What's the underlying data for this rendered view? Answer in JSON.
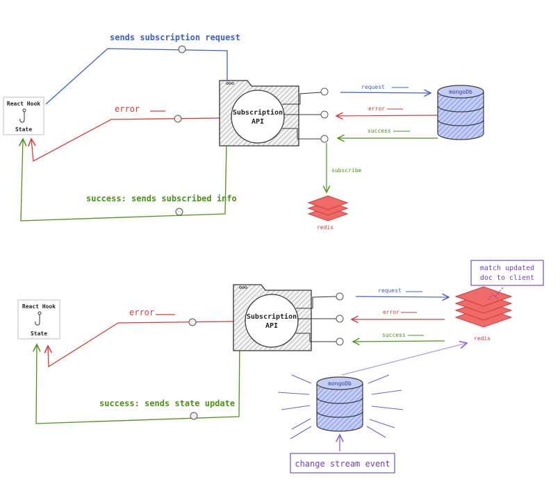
{
  "top": {
    "client": {
      "line1": "React Hook",
      "line2": "State"
    },
    "sends_label": "sends subscription request",
    "error_label": "error",
    "success_label": "success: sends subscribed info",
    "api": {
      "line1": "Subscription",
      "line2": "API"
    },
    "db_label": "mongoDb",
    "request_label": "request",
    "db_error_label": "error",
    "db_success_label": "success",
    "subscribe_label": "subscribe",
    "redis_label": "redis"
  },
  "bottom": {
    "client": {
      "line1": "React Hook",
      "line2": "State"
    },
    "error_label": "error",
    "success_label": "success: sends state update",
    "api": {
      "line1": "Subscription",
      "line2": "API"
    },
    "request_label": "request",
    "redis_error_label": "error",
    "redis_success_label": "success",
    "redis_label": "redis",
    "match_note": {
      "line1": "match updated",
      "line2": "doc to client"
    },
    "db_label": "mongoDb",
    "change_stream_label": "change stream event"
  },
  "colors": {
    "request": "#3b5fc4",
    "error": "#d23a3a",
    "success": "#4f8f1c",
    "note": "#6a3fb5",
    "db_fill": "#a9b8f0",
    "redis_fill": "#f06a6a"
  }
}
